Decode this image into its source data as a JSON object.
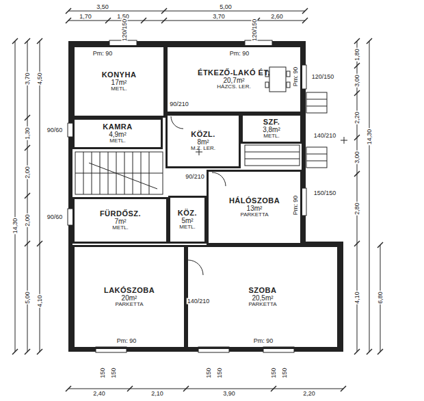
{
  "diagram": {
    "nodes": [
      {
        "text": [
          "KONYHA",
          "17m²",
          "METL."
        ]
      },
      {
        "text": [
          "ÉTKEZŐ-LAKÓ ÉT.",
          "20,7m²",
          "HÁZCS. LER."
        ]
      },
      {
        "text": [
          "KAMRA",
          "4,9m²",
          "METL."
        ]
      },
      {
        "text": [
          "KÖZL.",
          "8m²",
          "M.Z. LER."
        ]
      },
      {
        "text": [
          "SZF.",
          "3,8m²",
          "METL."
        ]
      },
      {
        "text": [
          "FÜRDŐSZ.",
          "7m²",
          "METL."
        ]
      },
      {
        "text": [
          "KÖZ.",
          "5m²",
          "METL."
        ]
      },
      {
        "text": [
          "HÁLÓSZOBA",
          "13m²",
          "PARKETTA"
        ]
      },
      {
        "text": [
          "LAKÓSZOBA",
          "20m²",
          "PARKETTA"
        ]
      },
      {
        "text": [
          "SZOBA",
          "20,5m²",
          "PARKETTA"
        ]
      }
    ],
    "labels": [
      "3,50",
      "5,00",
      "1,70",
      "1,50",
      "3,70",
      "2,60",
      "120/150",
      "120/150",
      "Pm: 90",
      "Pm: 90",
      "120/150",
      "Pm: 90",
      "90/210",
      "90/60",
      "140/210",
      "90/210",
      "150/150",
      "Pm: 90",
      "90/60",
      "140/210",
      "Pm: 90",
      "Pm: 90",
      "150",
      "150",
      "150",
      "150",
      "150",
      "150",
      "2,40",
      "2,10",
      "3,90",
      "2,20",
      "14,30",
      "3,70",
      "1,30",
      "2,00",
      "2,00",
      "5,00",
      "4,50",
      "4,10",
      "1,80",
      "3,00",
      "2,20",
      "3,00",
      "2,80",
      "4,10",
      "14,30",
      "6,80"
    ]
  }
}
